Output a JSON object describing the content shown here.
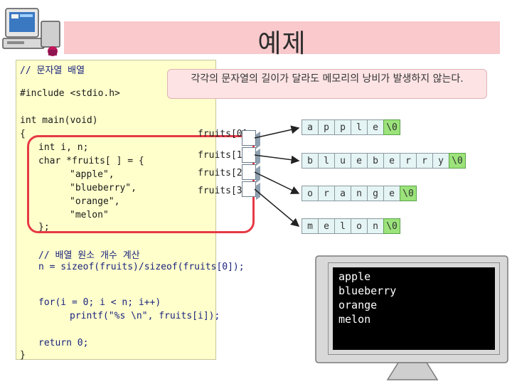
{
  "title": "예제",
  "callout": "각각의 문자열의 길이가 달라도 메모리의 낭비가 발생하지 않는다.",
  "code": {
    "comment1": "// 문자열 배열",
    "include": "#include <stdio.h>",
    "main": "int main(void)",
    "open_brace": "{",
    "decl": "int i, n;",
    "char_decl": "char *fruits[ ] = {",
    "item1": "\"apple\",",
    "item2": "\"blueberry\",",
    "item3": "\"orange\",",
    "item4": "\"melon\"",
    "close_init": "};",
    "comment2": "// 배열 원소 개수 계산",
    "count": "n = sizeof(fruits)/sizeof(fruits[0]);",
    "for": "for(i = 0; i < n; i++)",
    "printf": "printf(\"%s \\n\", fruits[i]);",
    "return": "return 0;",
    "close_brace": "}"
  },
  "pointers": [
    "fruits[0]",
    "fruits[1]",
    "fruits[2]",
    "fruits[3]"
  ],
  "strings": [
    [
      "a",
      "p",
      "p",
      "l",
      "e",
      "\\0"
    ],
    [
      "b",
      "l",
      "u",
      "e",
      "b",
      "e",
      "r",
      "r",
      "y",
      "\\0"
    ],
    [
      "o",
      "r",
      "a",
      "n",
      "g",
      "e",
      "\\0"
    ],
    [
      "m",
      "e",
      "l",
      "o",
      "n",
      "\\0"
    ]
  ],
  "output": [
    "apple",
    "blueberry",
    "orange",
    "melon"
  ],
  "colors": {
    "banner": "#f9c9cc",
    "code_bg": "#ffffcc",
    "highlight": "#e63946",
    "cell_bg": "#e5f4f4",
    "null_cell": "#9be37a",
    "screen": "#000000"
  },
  "icons": {
    "computer": "computer-clipart-icon",
    "monitor": "monitor-icon"
  }
}
